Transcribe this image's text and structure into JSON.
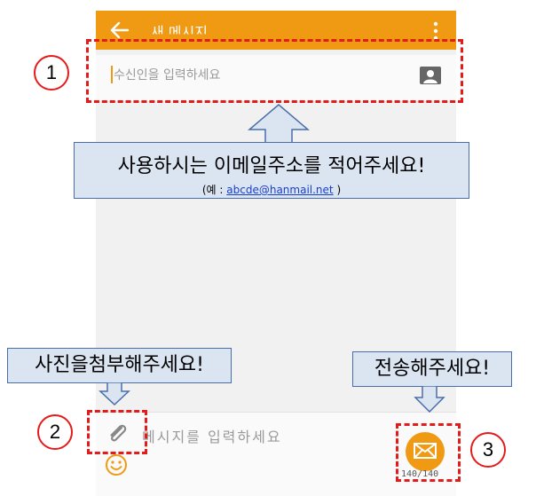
{
  "appbar": {
    "title": "새 메시지"
  },
  "recipient": {
    "placeholder": "수신인을 입력하세요"
  },
  "composer": {
    "placeholder": "메시지를 입력하세요",
    "counter": "140/140"
  },
  "callouts": {
    "email": {
      "text": "사용하시는 이메일주소를 적어주세요!",
      "example_prefix": "(예 : ",
      "example_link": "abcde@hanmail.net",
      "example_suffix": " )"
    },
    "attach": {
      "text": "사진을첨부해주세요!"
    },
    "send": {
      "text": "전송해주세요!"
    }
  },
  "markers": [
    "1",
    "2",
    "3"
  ],
  "colors": {
    "accent": "#f09a14",
    "annotation": "#e41b1b",
    "callout_fill": "#dbe5f2",
    "callout_border": "#4a6ea9"
  }
}
